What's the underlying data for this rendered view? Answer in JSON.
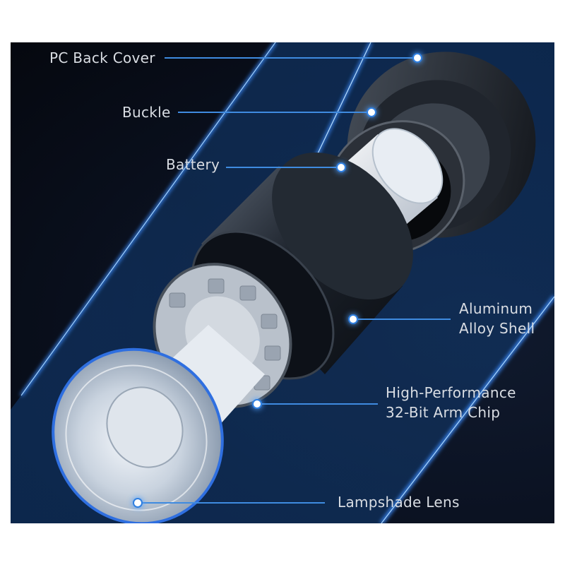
{
  "figure": {
    "type": "exploded-product-diagram",
    "subject": "cylindrical LED light, exploded view",
    "colors": {
      "background": "#070c16",
      "accent_glow": "#2f7fe0",
      "label_text": "#d9dde3",
      "leader_line": "#3f8be0"
    }
  },
  "callouts": [
    {
      "id": "pc-back-cover",
      "label": "PC Back Cover"
    },
    {
      "id": "buckle",
      "label": "Buckle"
    },
    {
      "id": "battery",
      "label": "Battery"
    },
    {
      "id": "aluminum-alloy-shell",
      "label_line1": "Aluminum",
      "label_line2": "Alloy Shell"
    },
    {
      "id": "arm-chip",
      "label_line1": "High-Performance",
      "label_line2": "32-Bit Arm Chip"
    },
    {
      "id": "lampshade-lens",
      "label": "Lampshade Lens"
    }
  ]
}
